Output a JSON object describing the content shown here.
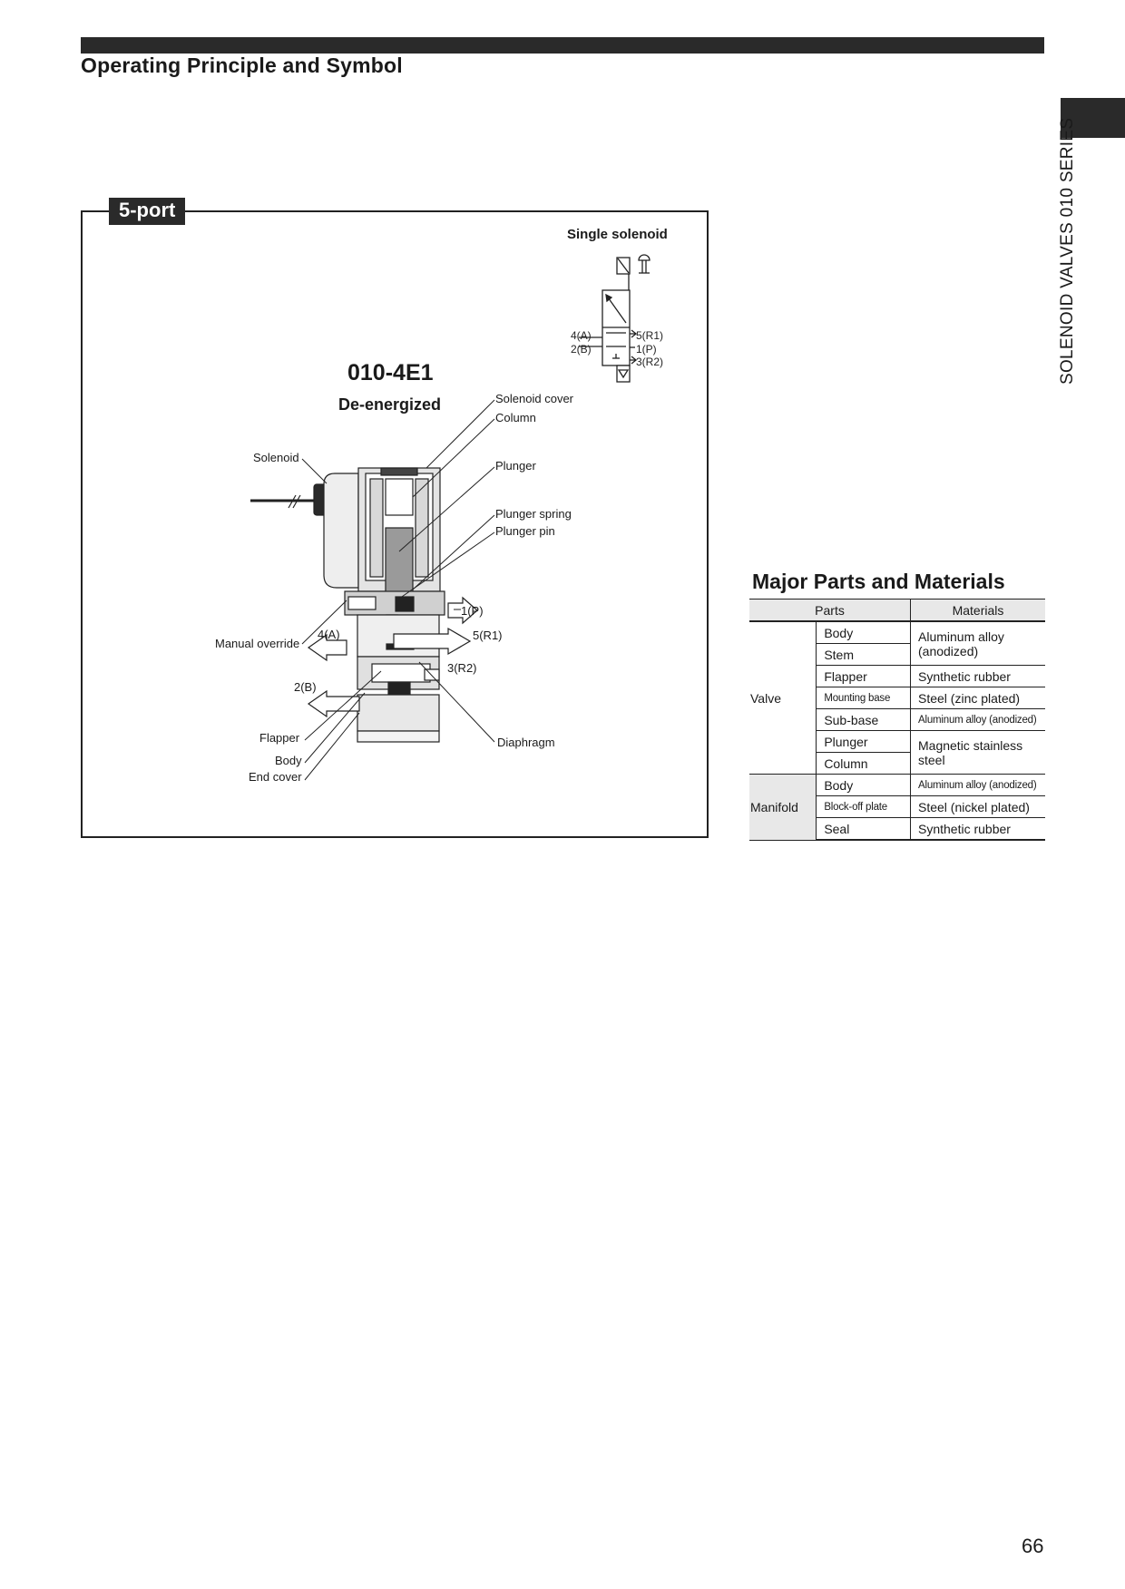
{
  "header": {
    "title": "Operating Principle and Symbol"
  },
  "side_label": "SOLENOID VALVES 010 SERIES",
  "figure": {
    "badge": "5-port",
    "symbol_title": "Single solenoid",
    "model": "010-4E1",
    "state": "De-energized",
    "symbol_ports": [
      "4(A)",
      "2(B)",
      "5(R1)",
      "1(P)",
      "3(R2)"
    ],
    "labels": {
      "solenoid_cover": "Solenoid cover",
      "column": "Column",
      "plunger": "Plunger",
      "plunger_spring": "Plunger spring",
      "plunger_pin": "Plunger pin",
      "solenoid": "Solenoid",
      "manual_override": "Manual override",
      "port_4a": "4(A)",
      "port_1p": "1(P)",
      "port_5r1": "5(R1)",
      "port_3r2": "3(R2)",
      "port_2b": "2(B)",
      "flapper": "Flapper",
      "body": "Body",
      "end_cover": "End cover",
      "diaphragm": "Diaphragm"
    }
  },
  "parts_table": {
    "title": "Major Parts and Materials",
    "headers": [
      "Parts",
      "Materials"
    ],
    "valve_label": "Valve",
    "manifold_label": "Manifold",
    "rows": [
      {
        "part": "Body",
        "material": "Aluminum alloy (anodized)"
      },
      {
        "part": "Stem",
        "material": ""
      },
      {
        "part": "Flapper",
        "material": "Synthetic rubber"
      },
      {
        "part": "Mounting base",
        "material": "Steel (zinc plated)"
      },
      {
        "part": "Sub-base",
        "material": "Aluminum alloy (anodized)"
      },
      {
        "part": "Plunger",
        "material": "Magnetic stainless steel"
      },
      {
        "part": "Column",
        "material": ""
      },
      {
        "part": "Body",
        "material": "Aluminum alloy (anodized)"
      },
      {
        "part": "Block-off plate",
        "material": "Steel (nickel plated)"
      },
      {
        "part": "Seal",
        "material": "Synthetic rubber"
      }
    ]
  },
  "page_number": "66"
}
